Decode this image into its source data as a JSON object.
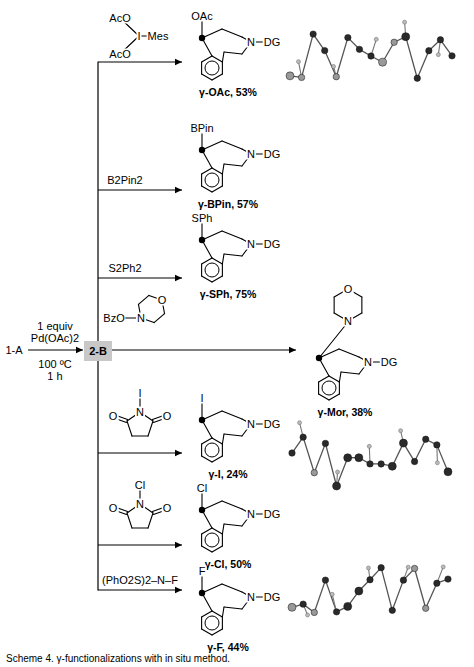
{
  "diagram": {
    "caption": "Scheme 4. γ-functionalizations with in situ method.",
    "nodes": [
      {
        "text": [
          "2-B"
        ]
      }
    ],
    "labels": [
      "1-A",
      "1 equiv",
      "Pd(OAc)2",
      "100 ºC",
      "1 h",
      "AcO",
      "AcO",
      "I",
      "Mes",
      "OAc",
      "N",
      "DG",
      "γ-OAc, 53%",
      "B2Pin2",
      "BPin",
      "N",
      "DG",
      "γ-BPin, 57%",
      "S2Ph2",
      "SPh",
      "N",
      "DG",
      "γ-SPh, 75%",
      "BzO",
      "N",
      "O",
      "O",
      "N",
      "N",
      "DG",
      "γ-Mor, 38%",
      "I",
      "O",
      "N",
      "O",
      "I",
      "N",
      "DG",
      "γ-I, 24%",
      "Cl",
      "O",
      "N",
      "O",
      "Cl",
      "N",
      "DG",
      "γ-Cl, 50%",
      "(PhO2S)2–N–F",
      "F",
      "N",
      "DG",
      "γ-F, 44%"
    ]
  }
}
